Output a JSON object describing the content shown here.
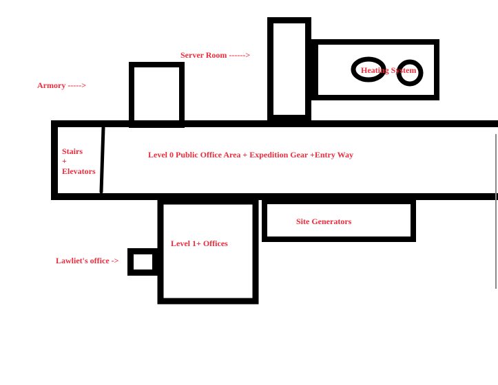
{
  "colors": {
    "wall": "#000000",
    "label": "#ee2b3b",
    "background": "#ffffff"
  },
  "labels": {
    "armory": "Armory ----->",
    "server_room": "Server Room ------>",
    "heating_system": "Heating System",
    "stairs": "Stairs",
    "plus": "+",
    "elevators": "Elevators",
    "level0": "Level 0 Public Office Area + Expedition Gear +Entry Way",
    "site_generators": "Site Generators",
    "level1": "Level 1+ Offices",
    "lawliet": "Lawliet's office ->"
  }
}
